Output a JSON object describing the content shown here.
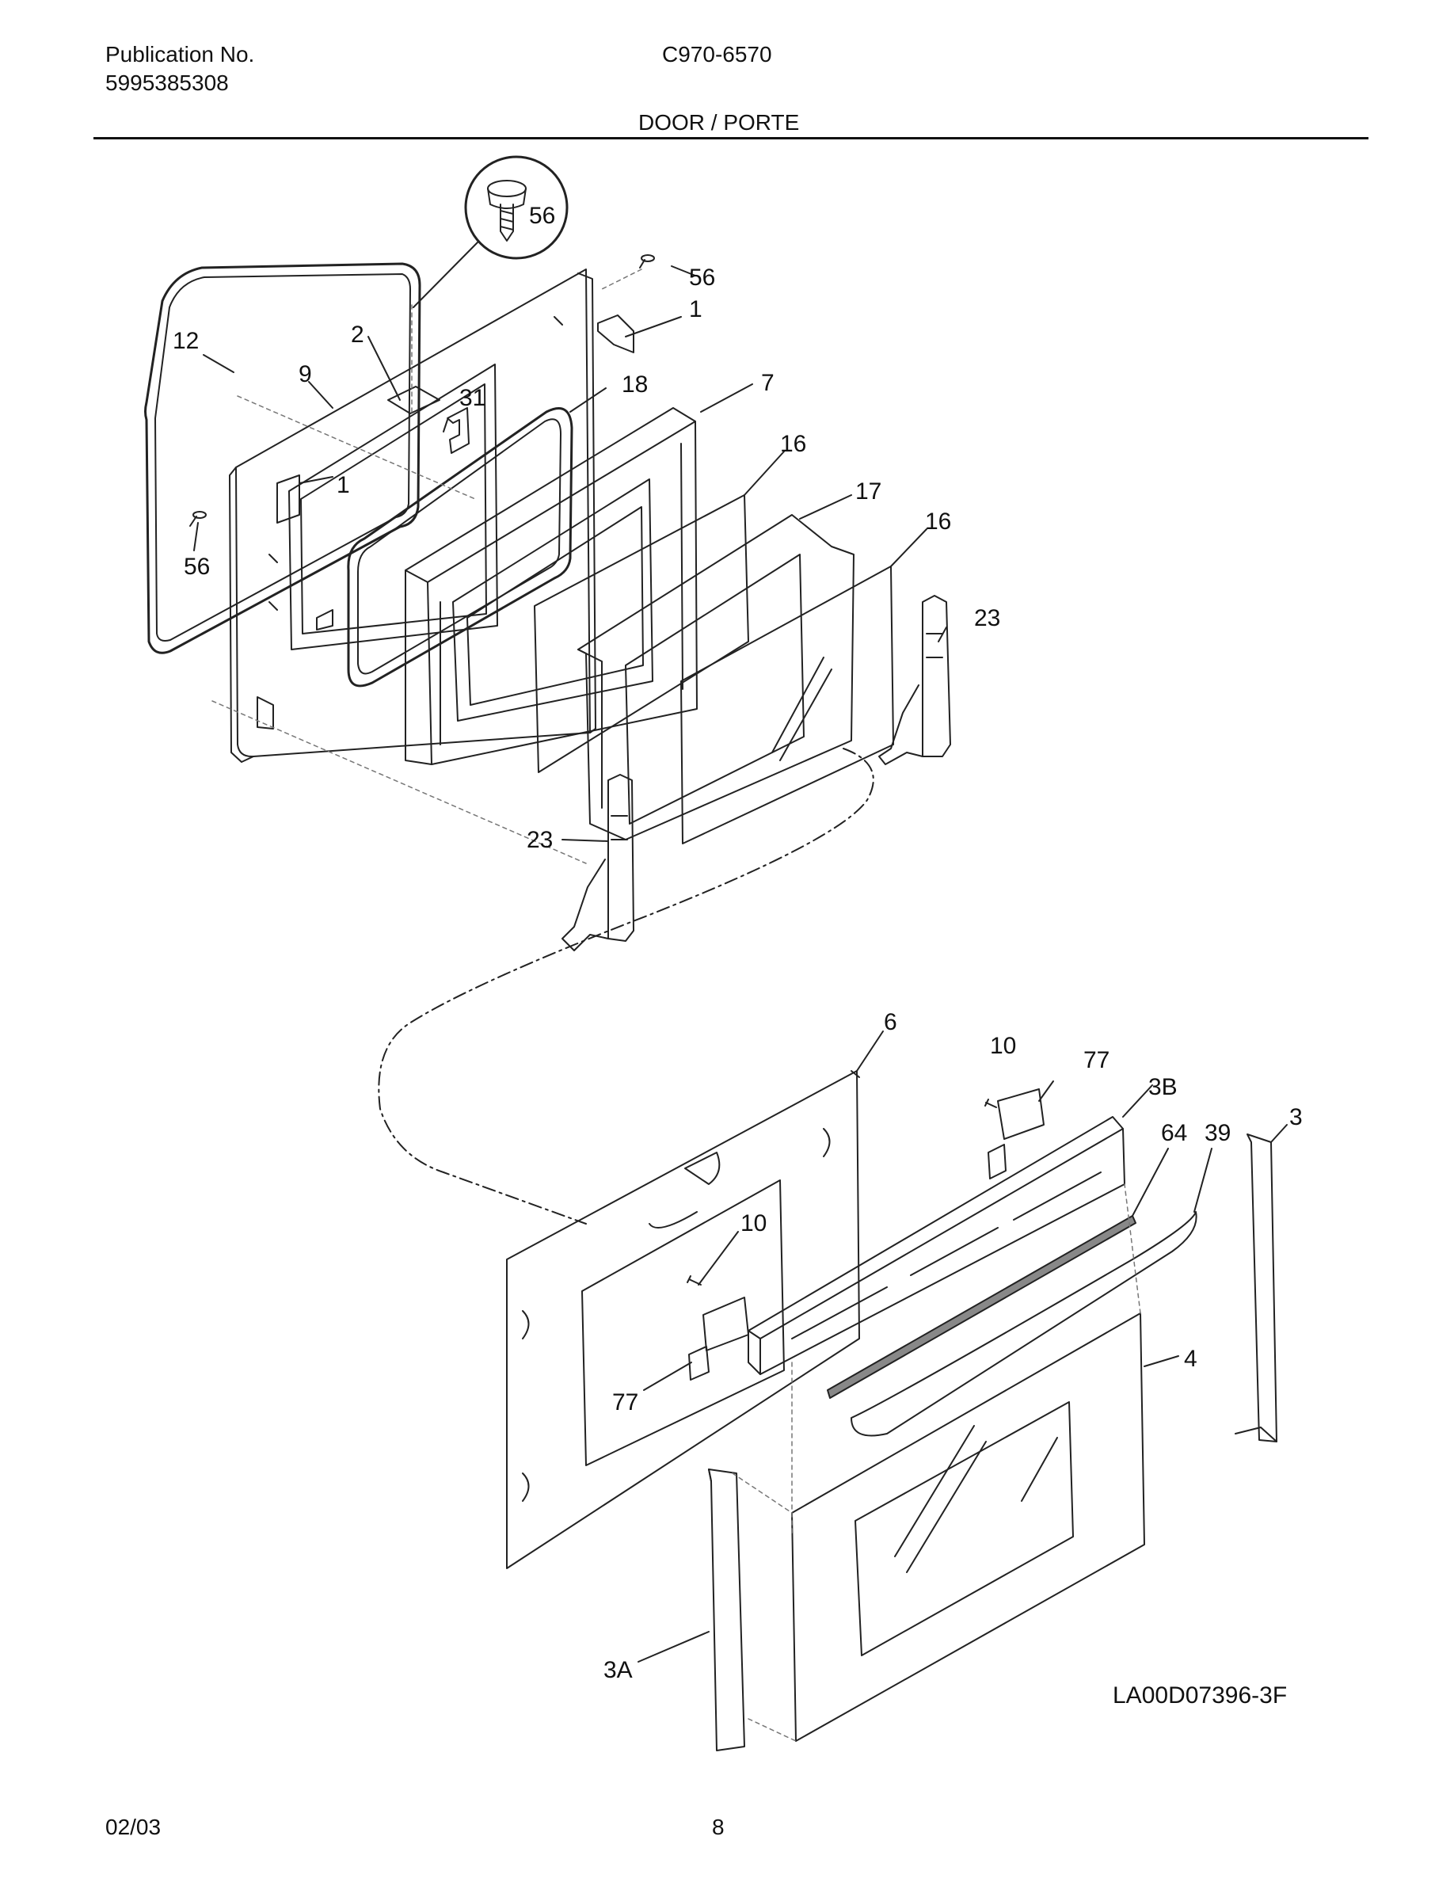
{
  "header": {
    "publication_label": "Publication No.",
    "publication_number": "5995385308",
    "model": "C970-6570",
    "section_title": "DOOR / PORTE"
  },
  "callouts": [
    {
      "id": "screw-inset",
      "label": "56"
    },
    {
      "id": "top-screw",
      "label": "56"
    },
    {
      "id": "top-bracket",
      "label": "1"
    },
    {
      "id": "gasket",
      "label": "12"
    },
    {
      "id": "plate",
      "label": "2"
    },
    {
      "id": "inner-panel",
      "label": "9"
    },
    {
      "id": "latch",
      "label": "31"
    },
    {
      "id": "seal",
      "label": "18"
    },
    {
      "id": "frame",
      "label": "7"
    },
    {
      "id": "glass-1",
      "label": "16"
    },
    {
      "id": "glass-frame",
      "label": "17"
    },
    {
      "id": "glass-2",
      "label": "16"
    },
    {
      "id": "left-bracket",
      "label": "1"
    },
    {
      "id": "left-screw",
      "label": "56"
    },
    {
      "id": "hinge-right",
      "label": "23"
    },
    {
      "id": "hinge-left",
      "label": "23"
    },
    {
      "id": "outer-panel",
      "label": "6"
    },
    {
      "id": "screw-upper",
      "label": "10"
    },
    {
      "id": "handle-bracket-upper",
      "label": "77"
    },
    {
      "id": "handle-base",
      "label": "3B"
    },
    {
      "id": "handle-trim",
      "label": "64"
    },
    {
      "id": "handle",
      "label": "39"
    },
    {
      "id": "side-trim-right",
      "label": "3"
    },
    {
      "id": "screw-lower",
      "label": "10"
    },
    {
      "id": "handle-bracket-lower",
      "label": "77"
    },
    {
      "id": "outer-glass",
      "label": "4"
    },
    {
      "id": "side-trim-left",
      "label": "3A"
    }
  ],
  "diagram_code": "LA00D07396-3F",
  "footer": {
    "date": "02/03",
    "page": "8"
  }
}
